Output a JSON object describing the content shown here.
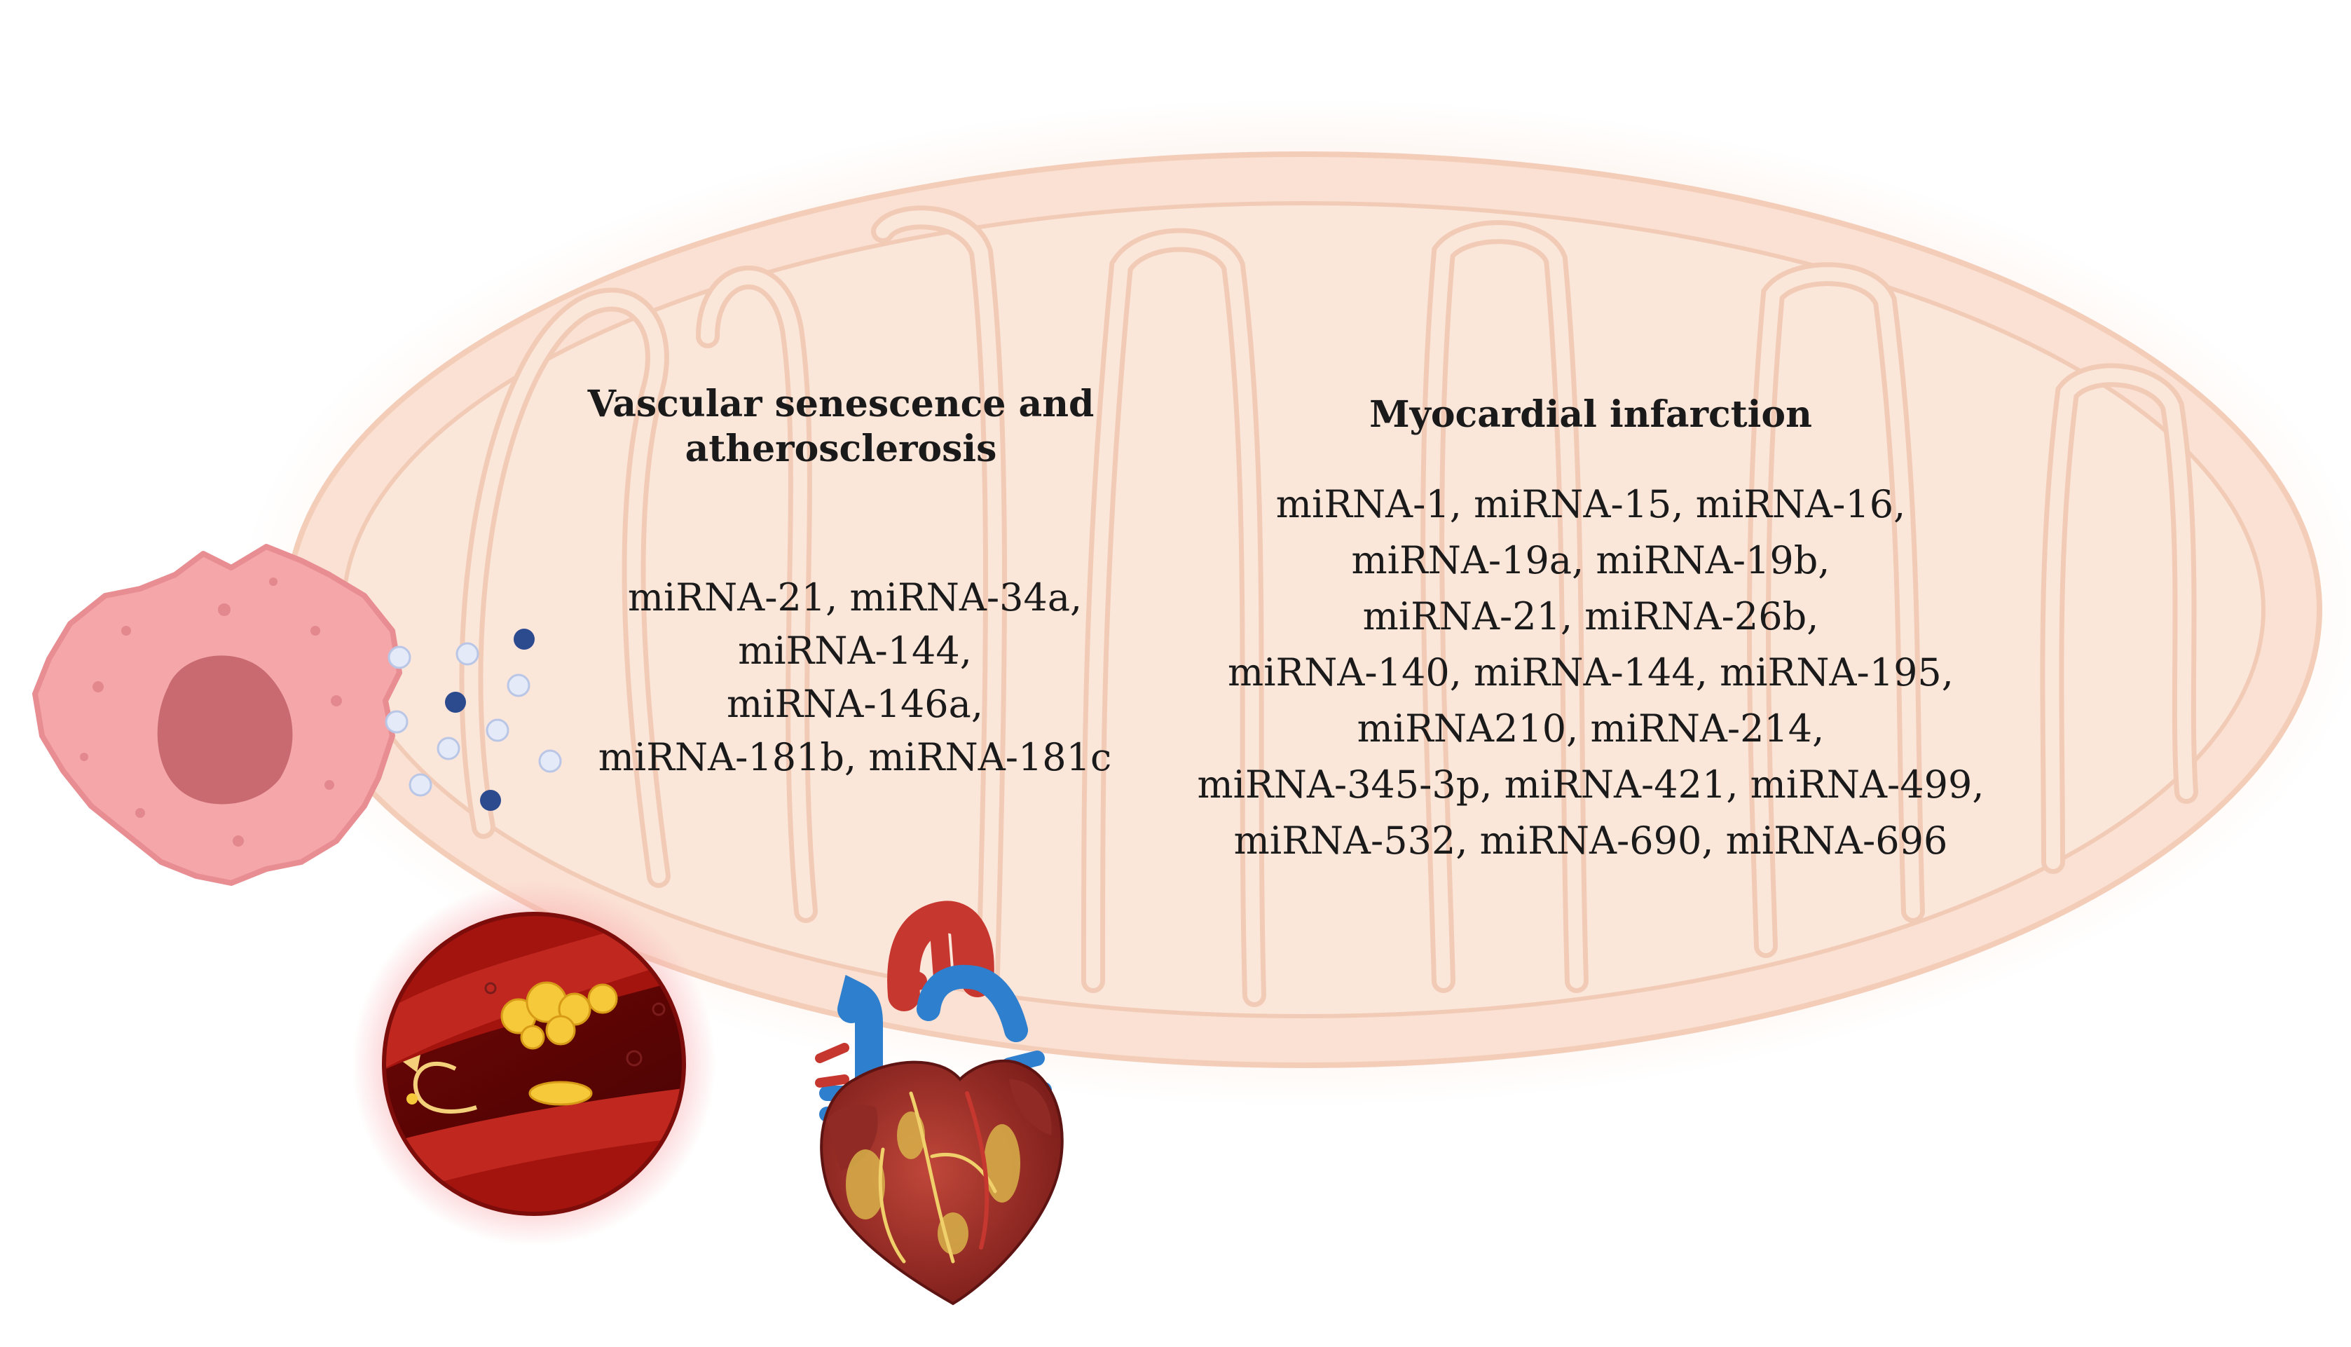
{
  "diagram": {
    "left_panel": {
      "heading_lines": [
        "Vascular senescence and",
        "atherosclerosis"
      ],
      "mirna_lines": [
        "miRNA-21, miRNA-34a,",
        "miRNA-144,",
        "miRNA-146a,",
        "miRNA-181b, miRNA-181c"
      ]
    },
    "right_panel": {
      "heading": "Myocardial infarction",
      "mirna_lines": [
        "miRNA-1, miRNA-15, miRNA-16,",
        "miRNA-19a, miRNA-19b,",
        "miRNA-21, miRNA-26b,",
        "miRNA-140, miRNA-144, miRNA-195,",
        "miRNA210, miRNA-214,",
        "miRNA-345-3p, miRNA-421, miRNA-499,",
        "miRNA-532, miRNA-690, miRNA-696"
      ]
    },
    "illustrations": {
      "mitochondrion": "mitochondrion-icon",
      "senescent_cell": "senescent-cell-icon",
      "vesicles": "exosome-vesicles-icon",
      "artery": "atherosclerotic-artery-icon",
      "heart": "heart-icon"
    },
    "colors": {
      "mitochondrion_fill": "#fbe3d6",
      "mitochondrion_outline": "#f1c9b5",
      "cell_fill": "#f2a0a4",
      "cell_nucleus": "#c96a6f",
      "vesicle_dark": "#2b4a8c",
      "vesicle_light": "#dfe6f5",
      "artery_wall": "#9b1210",
      "plaque": "#f5c93a"
    }
  }
}
